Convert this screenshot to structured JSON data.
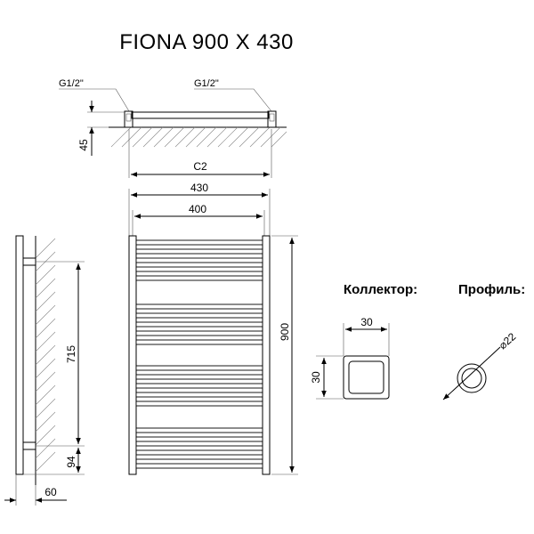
{
  "title": "FIONA 900 X 430",
  "top_view": {
    "thread_left": "G1/2\"",
    "thread_right": "G1/2\"",
    "height_dim": "45",
    "center_label": "C2"
  },
  "front_view": {
    "width_outer": "430",
    "width_inner": "400",
    "height": "900"
  },
  "side_view": {
    "mount_spacing": "715",
    "bottom_offset": "94",
    "depth": "60"
  },
  "collector": {
    "label": "Коллектор:",
    "width": "30",
    "height": "30"
  },
  "profile": {
    "label": "Профиль:",
    "diameter": "⌀22"
  }
}
